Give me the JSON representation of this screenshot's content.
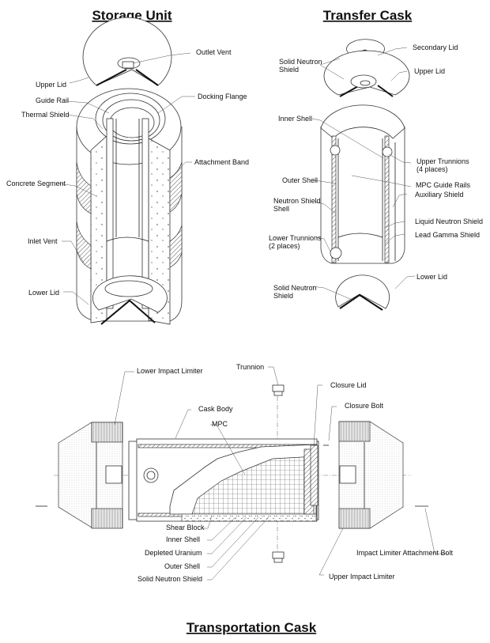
{
  "titles": {
    "storage_unit": "Storage Unit",
    "transfer_cask": "Transfer Cask",
    "transportation_cask": "Transportation Cask"
  },
  "storage_unit": {
    "labels": [
      "Outlet Vent",
      "Upper Lid",
      "Guide Rail",
      "Docking Flange",
      "Thermal Shield",
      "Attachment Band",
      "Concrete Segment",
      "Inlet Vent",
      "Lower Lid"
    ]
  },
  "transfer_cask": {
    "labels": [
      "Secondary Lid",
      "Solid Neutron",
      "Shield",
      "Upper Lid",
      "Inner Shell",
      "Upper Trunnions",
      "(4 places)",
      "Outer Shell",
      "MPC Guide Rails",
      "Auxiliary Shield",
      "Neutron Shield",
      "Shell",
      "Liquid Neutron Shield",
      "Lead Gamma Shield",
      "Lower Trunnions",
      "(2 places)",
      "Lower Lid",
      "Solid Neutron",
      "Shield"
    ]
  },
  "transportation_cask": {
    "labels": [
      "Lower Impact Limiter",
      "Trunnion",
      "Closure Lid",
      "Closure Bolt",
      "Cask Body",
      "MPC",
      "Shear Block",
      "Inner Shell",
      "Depleted Uranium",
      "Outer Shell",
      "Solid Neutron Shield",
      "Impact Limiter Attachment Bolt",
      "Upper Impact Limiter"
    ]
  }
}
